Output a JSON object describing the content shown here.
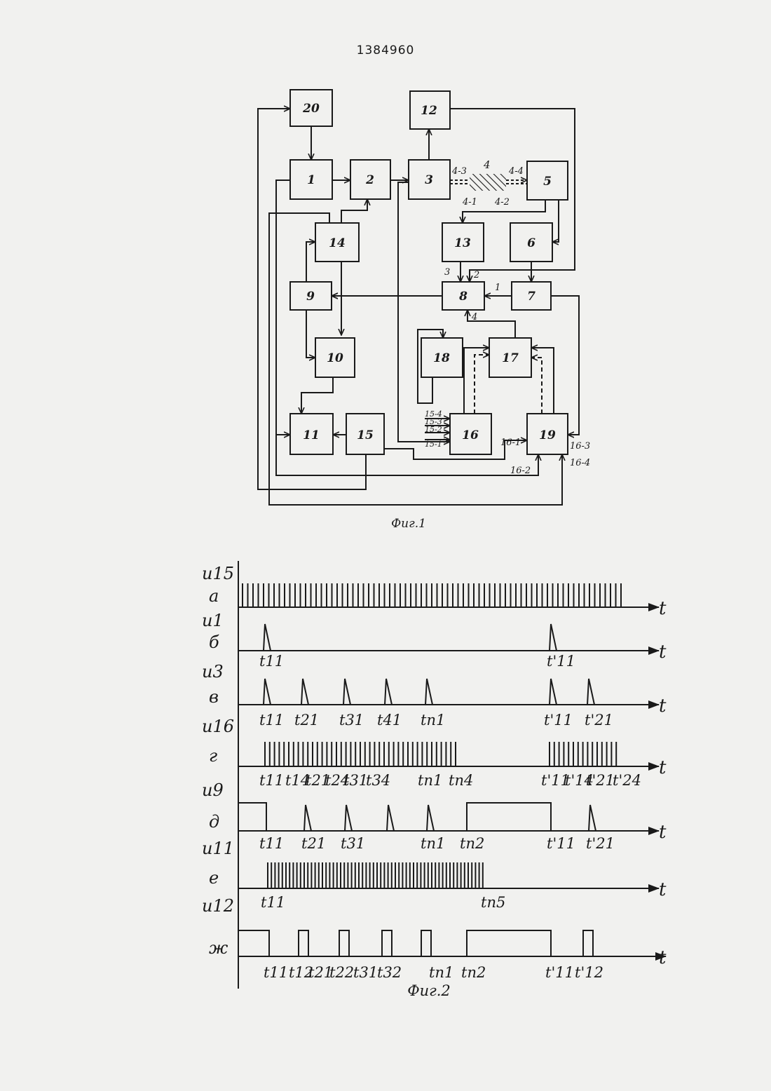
{
  "patent_number": "1384960",
  "figure1": {
    "caption": "Фиг.1",
    "blocks": [
      "20",
      "12",
      "1",
      "2",
      "3",
      "5",
      "14",
      "13",
      "6",
      "9",
      "8",
      "7",
      "10",
      "18",
      "17",
      "11",
      "15",
      "16",
      "19"
    ],
    "element_4_label": "4",
    "terminals": {
      "t4_3": "4-3",
      "t4_4": "4-4",
      "t4_1": "4-1",
      "t4_2": "4-2",
      "in8_1": "1",
      "in8_2": "2",
      "in8_3": "3",
      "in8_4": "4",
      "t15_4": "15-4",
      "t15_3": "15-3",
      "t15_2": "15-2",
      "t15_1": "15-1",
      "t16_1": "16-1",
      "t16_2": "16-2",
      "t16_3": "16-3",
      "t16_4": "16-4"
    }
  },
  "figure2": {
    "caption": "Фиг.2",
    "t_label": "t",
    "rows": [
      {
        "signal": "u15",
        "row": "а",
        "labels": []
      },
      {
        "signal": "u1",
        "row": "б",
        "labels": [
          "t11",
          "t'11"
        ]
      },
      {
        "signal": "u3",
        "row": "в",
        "labels": [
          "t11",
          "t21",
          "t31",
          "t41",
          "tn1",
          "t'11",
          "t'21"
        ]
      },
      {
        "signal": "u16",
        "row": "г",
        "labels": [
          "t11",
          "t14",
          "t21",
          "t24",
          "t31",
          "t34",
          "tn1",
          "tn4",
          "t'11",
          "t'14",
          "t'21",
          "t'24"
        ]
      },
      {
        "signal": "u9",
        "row": "д",
        "labels": [
          "t11",
          "t21",
          "t31",
          "tn1",
          "tn2",
          "t'11",
          "t'21"
        ]
      },
      {
        "signal": "u11",
        "row": "е",
        "labels": [
          "t11",
          "tn5"
        ]
      },
      {
        "signal": "u12",
        "row": "ж",
        "labels": [
          "t11",
          "t12",
          "t21",
          "t22",
          "t31",
          "t32",
          "tn1",
          "tn2",
          "t'11",
          "t'12"
        ]
      }
    ]
  }
}
